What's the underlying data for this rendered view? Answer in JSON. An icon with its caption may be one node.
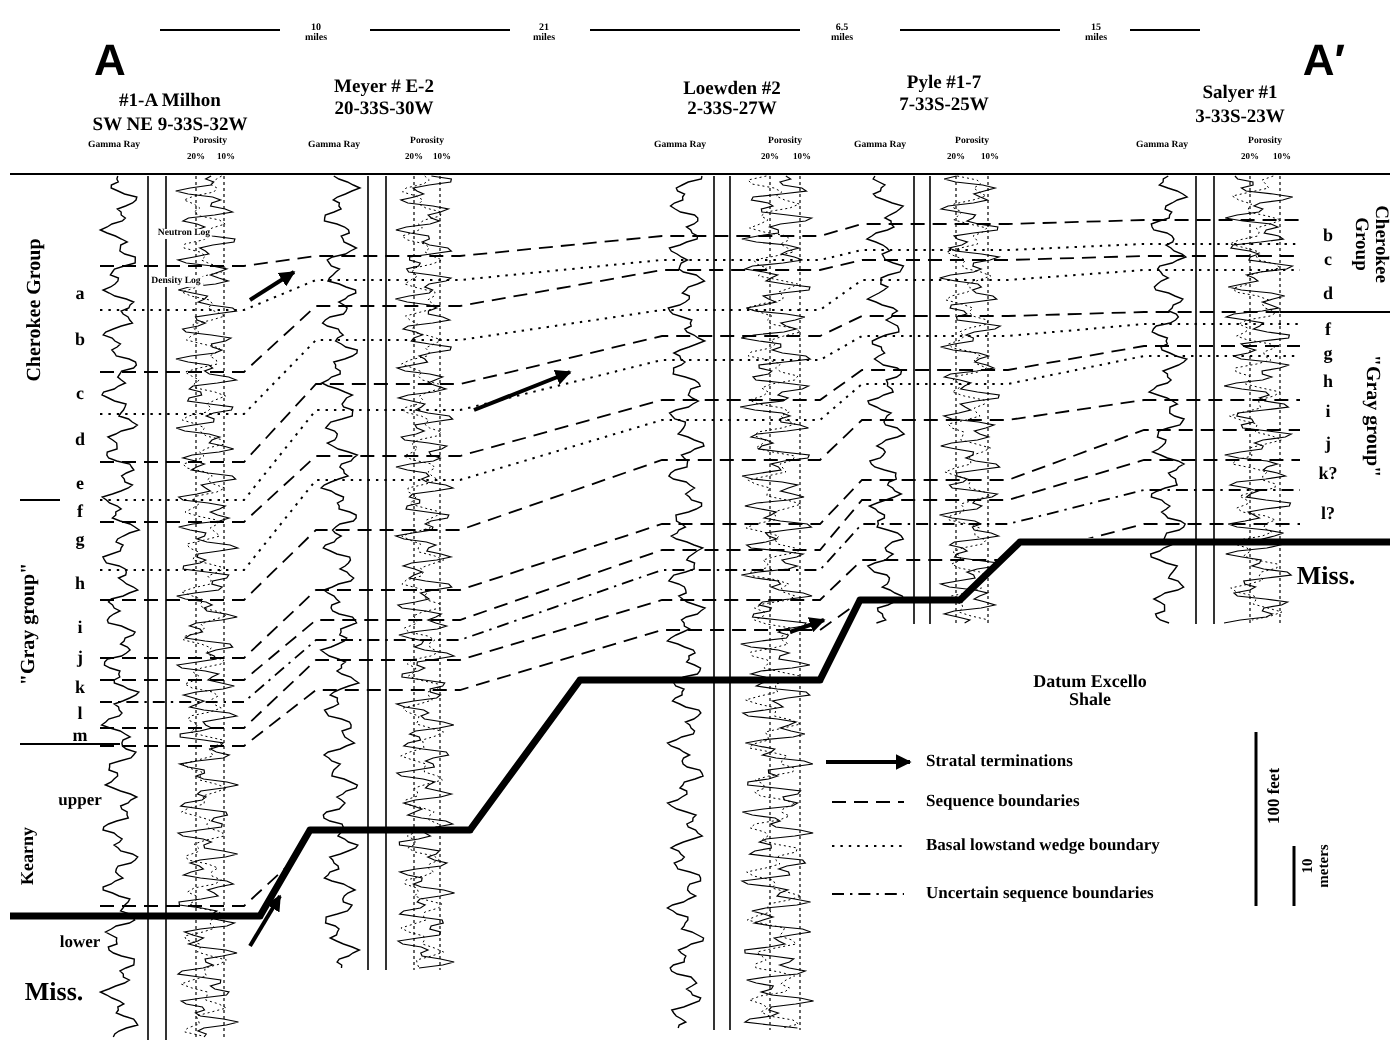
{
  "diagram": {
    "labels": [
      "A",
      "10 miles",
      "21 miles",
      "6.5 miles",
      "15 miles",
      "A′",
      "#1-A Milhon",
      "SW NE 9-33S-32W",
      "Meyer # E-2",
      "20-33S-30W",
      "Loewden #2",
      "2-33S-27W",
      "Pyle #1-7",
      "7-33S-25W",
      "Salyer #1",
      "3-33S-23W",
      "Gamma Ray",
      "Porosity",
      "20%",
      "10%",
      "Gamma Ray",
      "Porosity",
      "20%",
      "10%",
      "Gamma Ray",
      "Porosity",
      "20%",
      "10%",
      "Gamma Ray",
      "Porosity",
      "20%",
      "10%",
      "Gamma Ray",
      "Porosity",
      "20%",
      "10%",
      "Neutron Log",
      "Density Log",
      "Cherokee Group",
      "a",
      "b",
      "c",
      "d",
      "e",
      "f",
      "g",
      "h",
      "i",
      "j",
      "k",
      "l",
      "m",
      "\"Gray group\"",
      "Kearny",
      "upper",
      "lower",
      "Miss.",
      "Cherokee Group",
      "b",
      "c",
      "d",
      "f",
      "g",
      "h",
      "i",
      "j",
      "k?",
      "l?",
      "\"Gray group\"",
      "Miss.",
      "Datum Excello Shale",
      "100 feet",
      "10 meters"
    ],
    "legend": [
      {
        "text": "Stratal terminations"
      },
      {
        "text": "Sequence boundaries"
      },
      {
        "text": "Basal lowstand wedge boundary"
      },
      {
        "text": "Uncertain sequence boundaries"
      }
    ]
  }
}
